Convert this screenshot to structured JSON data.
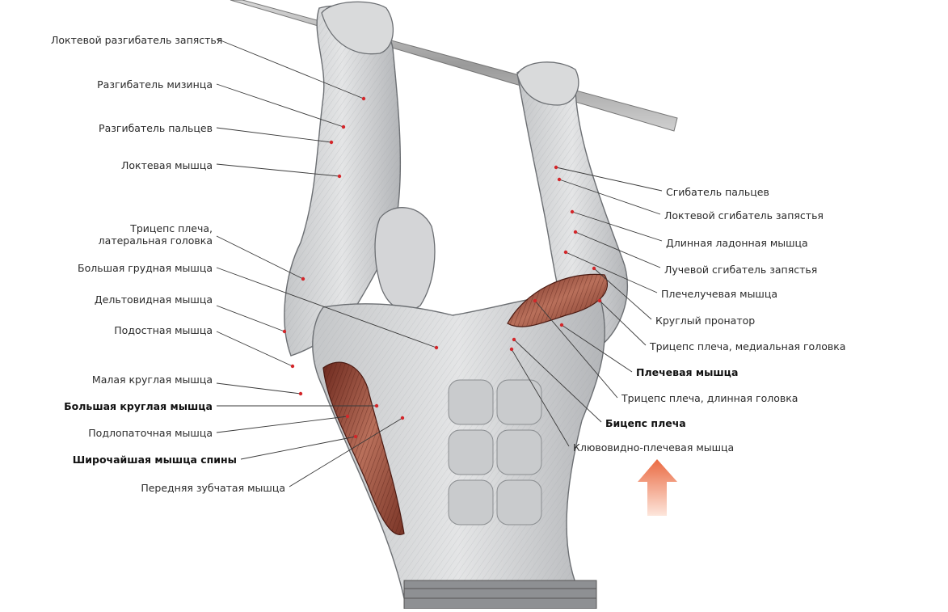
{
  "colors": {
    "background": "#ffffff",
    "skin_shade": "#b9bcbf",
    "highlight_muscle": "#8e4a3a",
    "leader_line": "#3a3a3a",
    "label_dot": "#d3262a",
    "arrow": "#ee7a4c"
  },
  "labels_left": [
    {
      "id": "ext-carpi-ulnaris",
      "text": "Локтевой разгибатель запястья",
      "bold": false
    },
    {
      "id": "ext-digiti-minimi",
      "text": "Разгибатель мизинца",
      "bold": false
    },
    {
      "id": "ext-digitorum",
      "text": "Разгибатель пальцев",
      "bold": false
    },
    {
      "id": "anconeus",
      "text": "Локтевая мышца",
      "bold": false
    },
    {
      "id": "triceps-lateral",
      "text": "Трицепс плеча, латеральная головка",
      "bold": false
    },
    {
      "id": "pectoralis-major",
      "text": "Большая грудная мышца",
      "bold": false
    },
    {
      "id": "deltoid",
      "text": "Дельтовидная мышца",
      "bold": false
    },
    {
      "id": "infraspinatus",
      "text": "Подостная мышца",
      "bold": false
    },
    {
      "id": "teres-minor",
      "text": "Малая круглая мышца",
      "bold": false
    },
    {
      "id": "teres-major",
      "text": "Большая круглая мышца",
      "bold": true
    },
    {
      "id": "subscapularis",
      "text": "Подлопаточная мышца",
      "bold": false
    },
    {
      "id": "latissimus",
      "text": "Широчайшая мышца спины",
      "bold": true
    },
    {
      "id": "serratus-anterior",
      "text": "Передняя зубчатая мышца",
      "bold": false
    }
  ],
  "labels_right": [
    {
      "id": "flexor-digitorum",
      "text": "Сгибатель пальцев",
      "bold": false
    },
    {
      "id": "flexor-carpi-ulnaris",
      "text": "Локтевой сгибатель запястья",
      "bold": false
    },
    {
      "id": "palmaris-longus",
      "text": "Длинная ладонная мышца",
      "bold": false
    },
    {
      "id": "flexor-carpi-radialis",
      "text": "Лучевой сгибатель запястья",
      "bold": false
    },
    {
      "id": "brachioradialis",
      "text": "Плечелучевая мышца",
      "bold": false
    },
    {
      "id": "pronator-teres",
      "text": "Круглый пронатор",
      "bold": false
    },
    {
      "id": "triceps-medial",
      "text": "Трицепс плеча, медиальная головка",
      "bold": false
    },
    {
      "id": "brachialis",
      "text": "Плечевая мышца",
      "bold": true
    },
    {
      "id": "triceps-long",
      "text": "Трицепс плеча, длинная головка",
      "bold": false
    },
    {
      "id": "biceps",
      "text": "Бицепс плеча",
      "bold": true
    },
    {
      "id": "coracobrachialis",
      "text": "Клювовидно-плечевая мышца",
      "bold": false
    }
  ],
  "direction_arrow": "up"
}
